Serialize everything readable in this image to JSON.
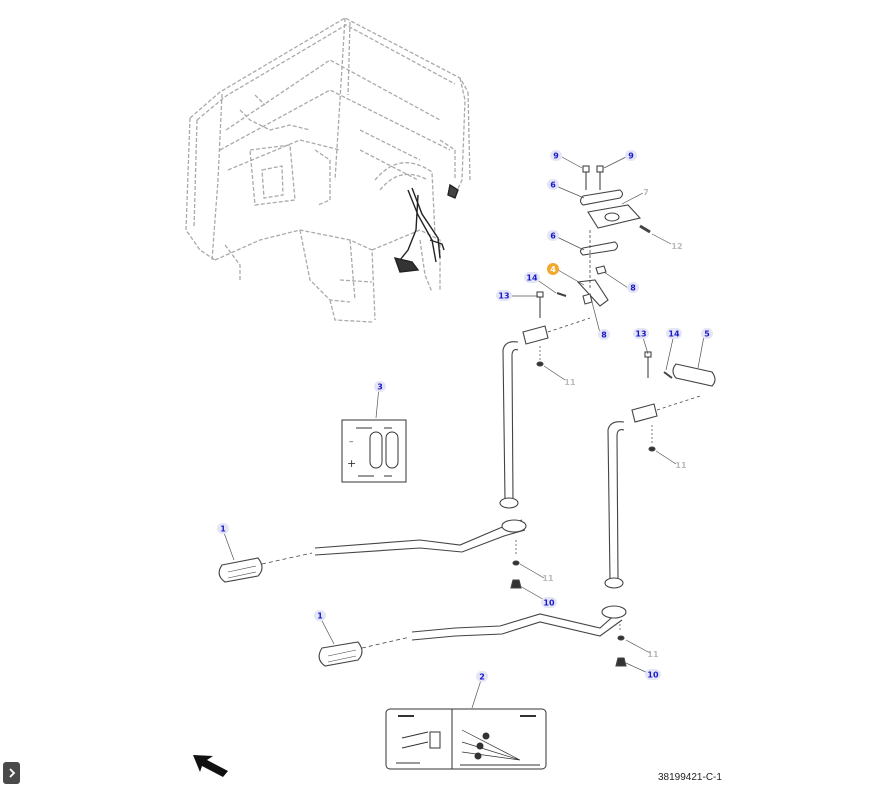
{
  "figure_id": "38199421-C-1",
  "colors": {
    "callout_blue": "#1a1acc",
    "callout_gray": "#bbbbbb",
    "callout_bg": "#e4e6f5",
    "highlight": "#f2a92c",
    "line": "#333333",
    "frame_line": "#aaaaaa"
  },
  "callouts": [
    {
      "id": "c-9a",
      "label": "9",
      "style": "blue"
    },
    {
      "id": "c-9b",
      "label": "9",
      "style": "blue"
    },
    {
      "id": "c-6a",
      "label": "6",
      "style": "blue"
    },
    {
      "id": "c-7",
      "label": "7",
      "style": "gray"
    },
    {
      "id": "c-6b",
      "label": "6",
      "style": "blue"
    },
    {
      "id": "c-12",
      "label": "12",
      "style": "gray"
    },
    {
      "id": "c-4",
      "label": "4",
      "style": "highlight"
    },
    {
      "id": "c-8a",
      "label": "8",
      "style": "blue"
    },
    {
      "id": "c-14a",
      "label": "14",
      "style": "blue"
    },
    {
      "id": "c-13a",
      "label": "13",
      "style": "blue"
    },
    {
      "id": "c-8b",
      "label": "8",
      "style": "blue"
    },
    {
      "id": "c-13b",
      "label": "13",
      "style": "blue"
    },
    {
      "id": "c-14b",
      "label": "14",
      "style": "blue"
    },
    {
      "id": "c-5",
      "label": "5",
      "style": "blue"
    },
    {
      "id": "c-11a",
      "label": "11",
      "style": "gray"
    },
    {
      "id": "c-3",
      "label": "3",
      "style": "blue"
    },
    {
      "id": "c-11b",
      "label": "11",
      "style": "gray"
    },
    {
      "id": "c-1a",
      "label": "1",
      "style": "blue"
    },
    {
      "id": "c-11c",
      "label": "11",
      "style": "gray"
    },
    {
      "id": "c-10a",
      "label": "10",
      "style": "blue"
    },
    {
      "id": "c-1b",
      "label": "1",
      "style": "blue"
    },
    {
      "id": "c-11d",
      "label": "11",
      "style": "gray"
    },
    {
      "id": "c-10b",
      "label": "10",
      "style": "blue"
    },
    {
      "id": "c-2",
      "label": "2",
      "style": "blue"
    }
  ],
  "icons": {
    "expand": "chevron-right-icon",
    "direction": "direction-arrow-icon"
  }
}
